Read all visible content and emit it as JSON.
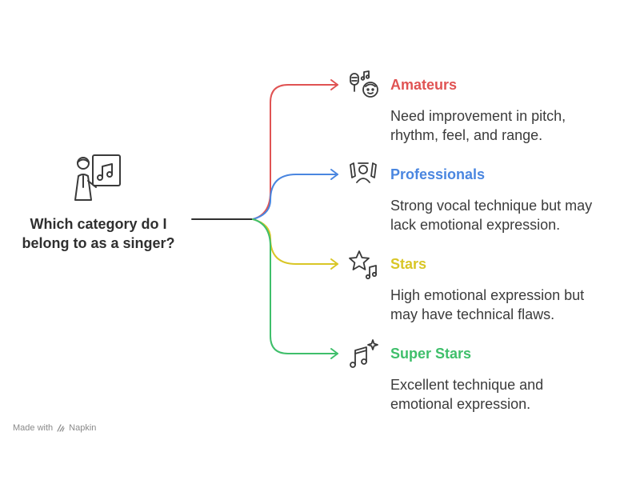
{
  "root": {
    "lines": [
      "Which category do I",
      "belong to as a singer?"
    ],
    "icon": "teacher-music-icon"
  },
  "nodes": [
    {
      "title": "Amateurs",
      "color": "#e05353",
      "icon": "amateur-singers-icon",
      "lines": [
        "Need improvement in pitch,",
        "rhythm, feel, and range."
      ]
    },
    {
      "title": "Professionals",
      "color": "#4a86e0",
      "icon": "professional-group-icon",
      "lines": [
        "Strong vocal technique but may",
        "lack emotional expression."
      ]
    },
    {
      "title": "Stars",
      "color": "#d9c626",
      "icon": "star-music-icon",
      "lines": [
        "High emotional expression but",
        "may have technical flaws."
      ]
    },
    {
      "title": "Super Stars",
      "color": "#3fbf6b",
      "icon": "music-sparkle-icon",
      "lines": [
        "Excellent technique and",
        "emotional expression."
      ]
    }
  ],
  "footer": {
    "made_with": "Made with",
    "brand": "Napkin"
  }
}
